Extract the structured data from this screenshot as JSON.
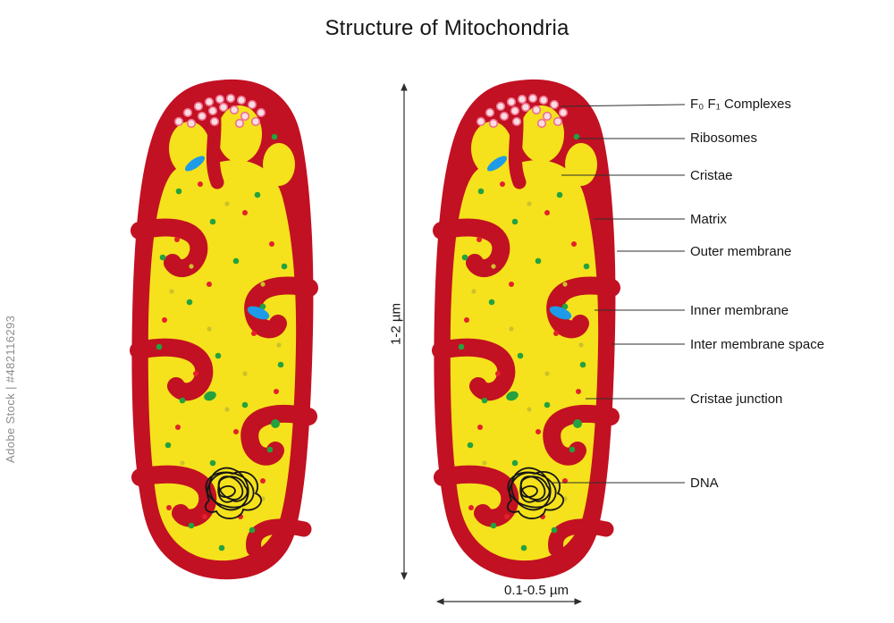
{
  "title": "Structure of Mitochondria",
  "labels": [
    {
      "id": "f0f1-complexes",
      "text": "F₀ F₁ Complexes"
    },
    {
      "id": "ribosomes",
      "text": "Ribosomes"
    },
    {
      "id": "cristae",
      "text": "Cristae"
    },
    {
      "id": "matrix",
      "text": "Matrix"
    },
    {
      "id": "outer-membrane",
      "text": "Outer membrane"
    },
    {
      "id": "inner-membrane",
      "text": "Inner membrane"
    },
    {
      "id": "inter-membrane-space",
      "text": "Inter membrane space"
    },
    {
      "id": "cristae-junction",
      "text": "Cristae junction"
    },
    {
      "id": "dna",
      "text": "DNA"
    }
  ],
  "measurements": {
    "height": "1-2 µm",
    "width": "0.1-0.5 µm"
  },
  "watermark": "Adobe Stock | #482116293",
  "colors": {
    "red": "#C21122",
    "yellow": "#F5E21C",
    "pink": "#EE6F8E",
    "ring_fill": "#FADDE3",
    "green": "#23A23F",
    "dot_red": "#E3202C",
    "olive": "#CFC12B",
    "blue": "#1E9BE8",
    "watermark": "#8c8c8c"
  }
}
